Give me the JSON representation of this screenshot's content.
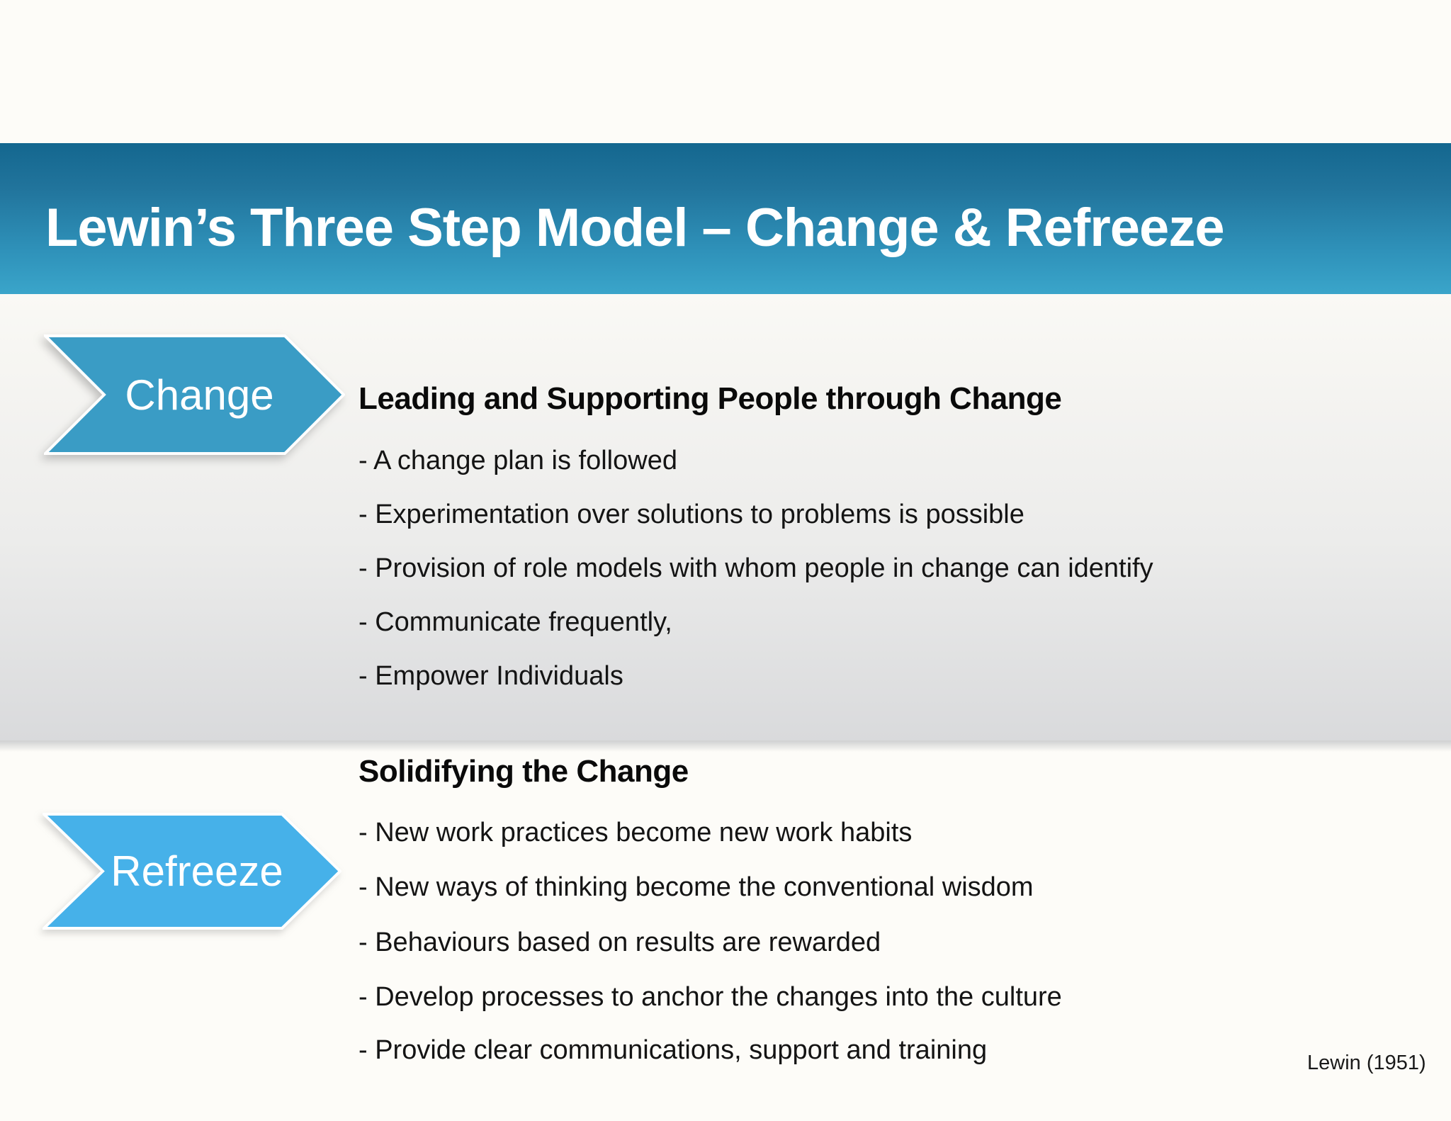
{
  "slide": {
    "title": "Lewin’s Three Step Model – Change & Refreeze",
    "citation": "Lewin (1951)",
    "colors": {
      "banner_gradient_top": "#14678F",
      "banner_gradient_bottom": "#3AA5CA",
      "change_arrow_fill": "#3A9CC5",
      "refreeze_arrow_fill": "#46B1E9",
      "mid_band_bottom": "#D9DADC",
      "background": "#FDFCF8",
      "text": "#141414",
      "title_text": "#FFFFFF"
    },
    "sections": [
      {
        "arrow_label": "Change",
        "heading": "Leading and Supporting People through Change",
        "bullets": [
          "- A change plan is followed",
          "- Experimentation over solutions to problems is possible",
          "- Provision of role models with whom people in change can identify",
          "- Communicate frequently,",
          "- Empower Individuals"
        ]
      },
      {
        "arrow_label": "Refreeze",
        "heading": "Solidifying the Change",
        "bullets": [
          "- New work practices become new work habits",
          "- New ways of thinking become the conventional wisdom",
          "- Behaviours based on results are rewarded",
          "- Develop processes to anchor the changes into the culture",
          "- Provide clear communications, support and training"
        ]
      }
    ]
  }
}
